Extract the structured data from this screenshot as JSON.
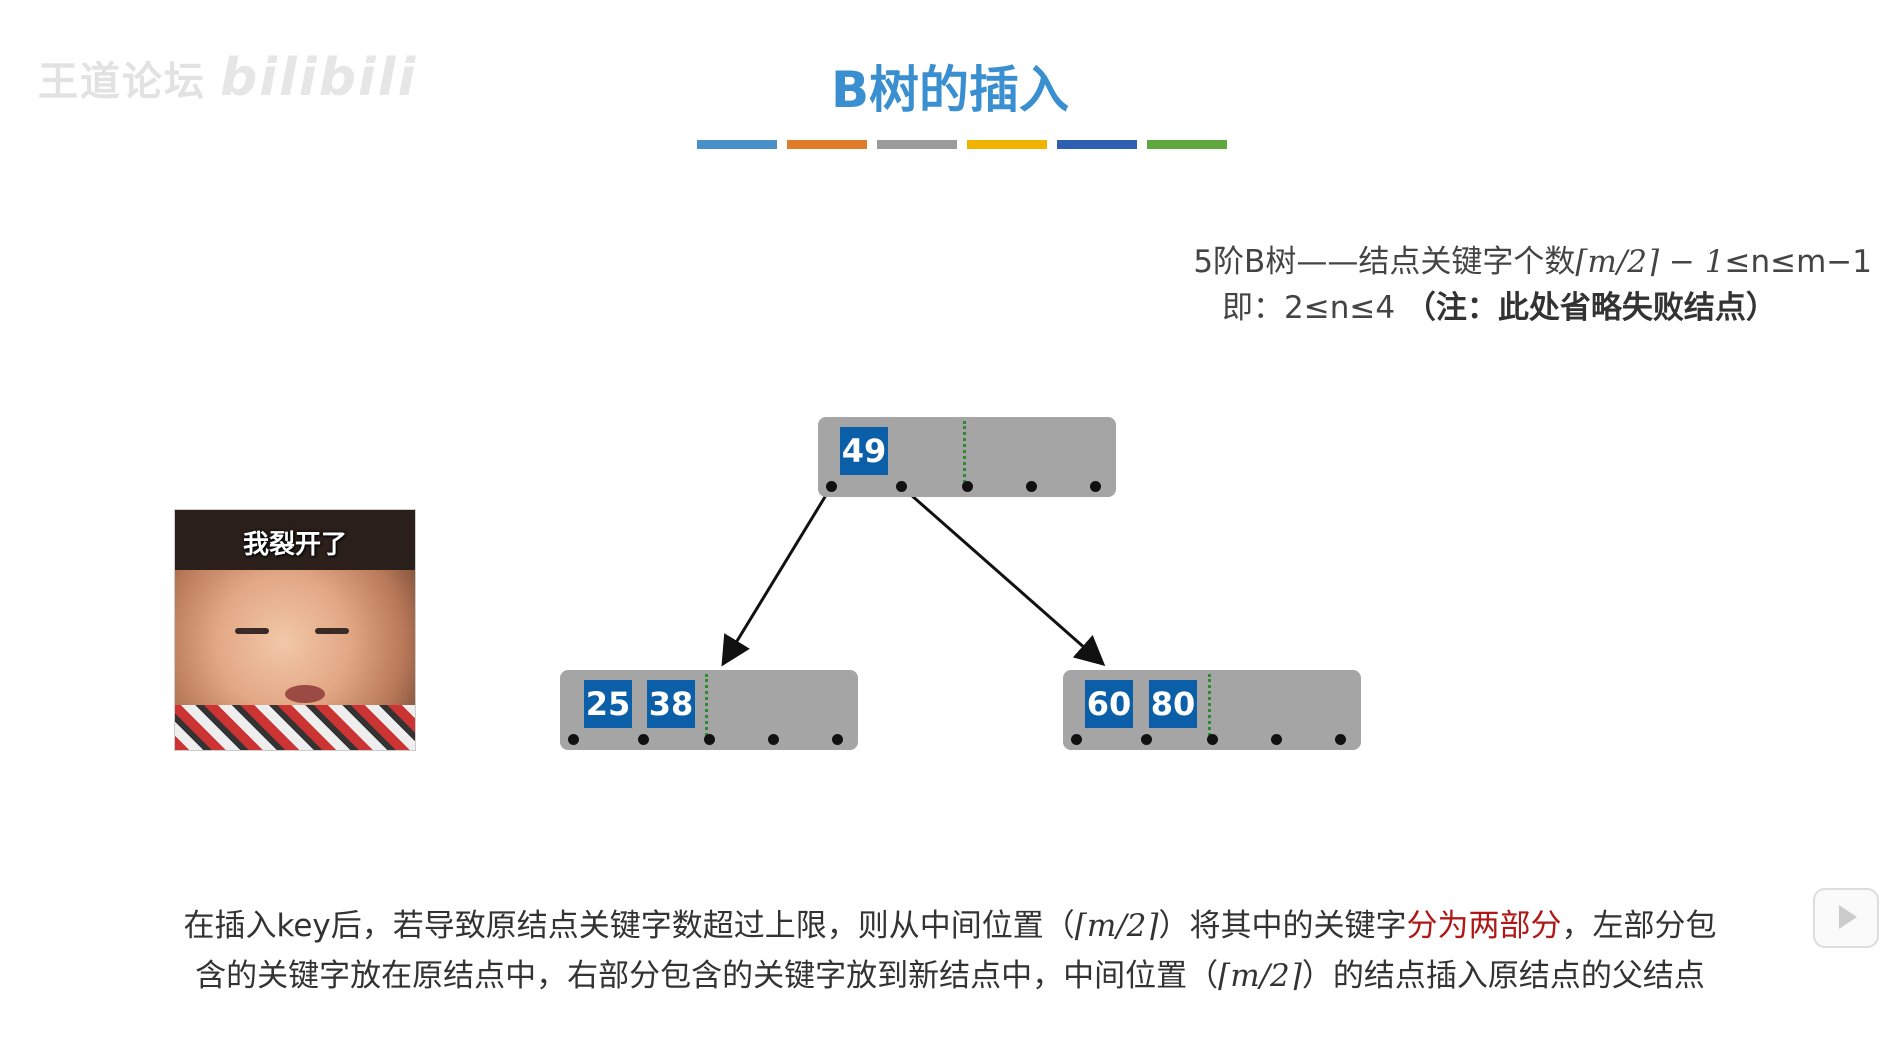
{
  "watermark": {
    "text": "王道论坛",
    "logo": "bilibili"
  },
  "title": "B树的插入",
  "color_bars": [
    "#4a90c8",
    "#e07b2a",
    "#9b9b9b",
    "#f0b400",
    "#2f5fb0",
    "#5ea83e"
  ],
  "rule": {
    "line1_prefix": "5阶B树——结点关键字个数",
    "line1_ceil": "⌈m/2⌉ − 1",
    "line1_suffix": "≤n≤m−1",
    "line2_prefix": "即：2≤n≤4",
    "line2_note": "（注：此处省略失败结点）"
  },
  "tree": {
    "root": {
      "keys": [
        "49"
      ]
    },
    "left_child": {
      "keys": [
        "25",
        "38"
      ]
    },
    "right_child": {
      "keys": [
        "60",
        "80"
      ]
    }
  },
  "meme": {
    "caption": "我裂开了"
  },
  "bottom": {
    "line1_a": "在插入key后，若导致原结点关键字数超过上限，则从中间位置（",
    "line1_ceil": "⌈m/2⌉",
    "line1_b": "）将其中的关键字",
    "line1_highlight": "分为两部分",
    "line1_c": "，左部分包",
    "line2_a": "含的关键字放在原结点中，右部分包含的关键字放到新结点中，中间位置（",
    "line2_ceil": "⌈m/2⌉",
    "line2_b": "）的结点插入原结点的父结点"
  },
  "icons": {
    "play": "play-icon"
  }
}
